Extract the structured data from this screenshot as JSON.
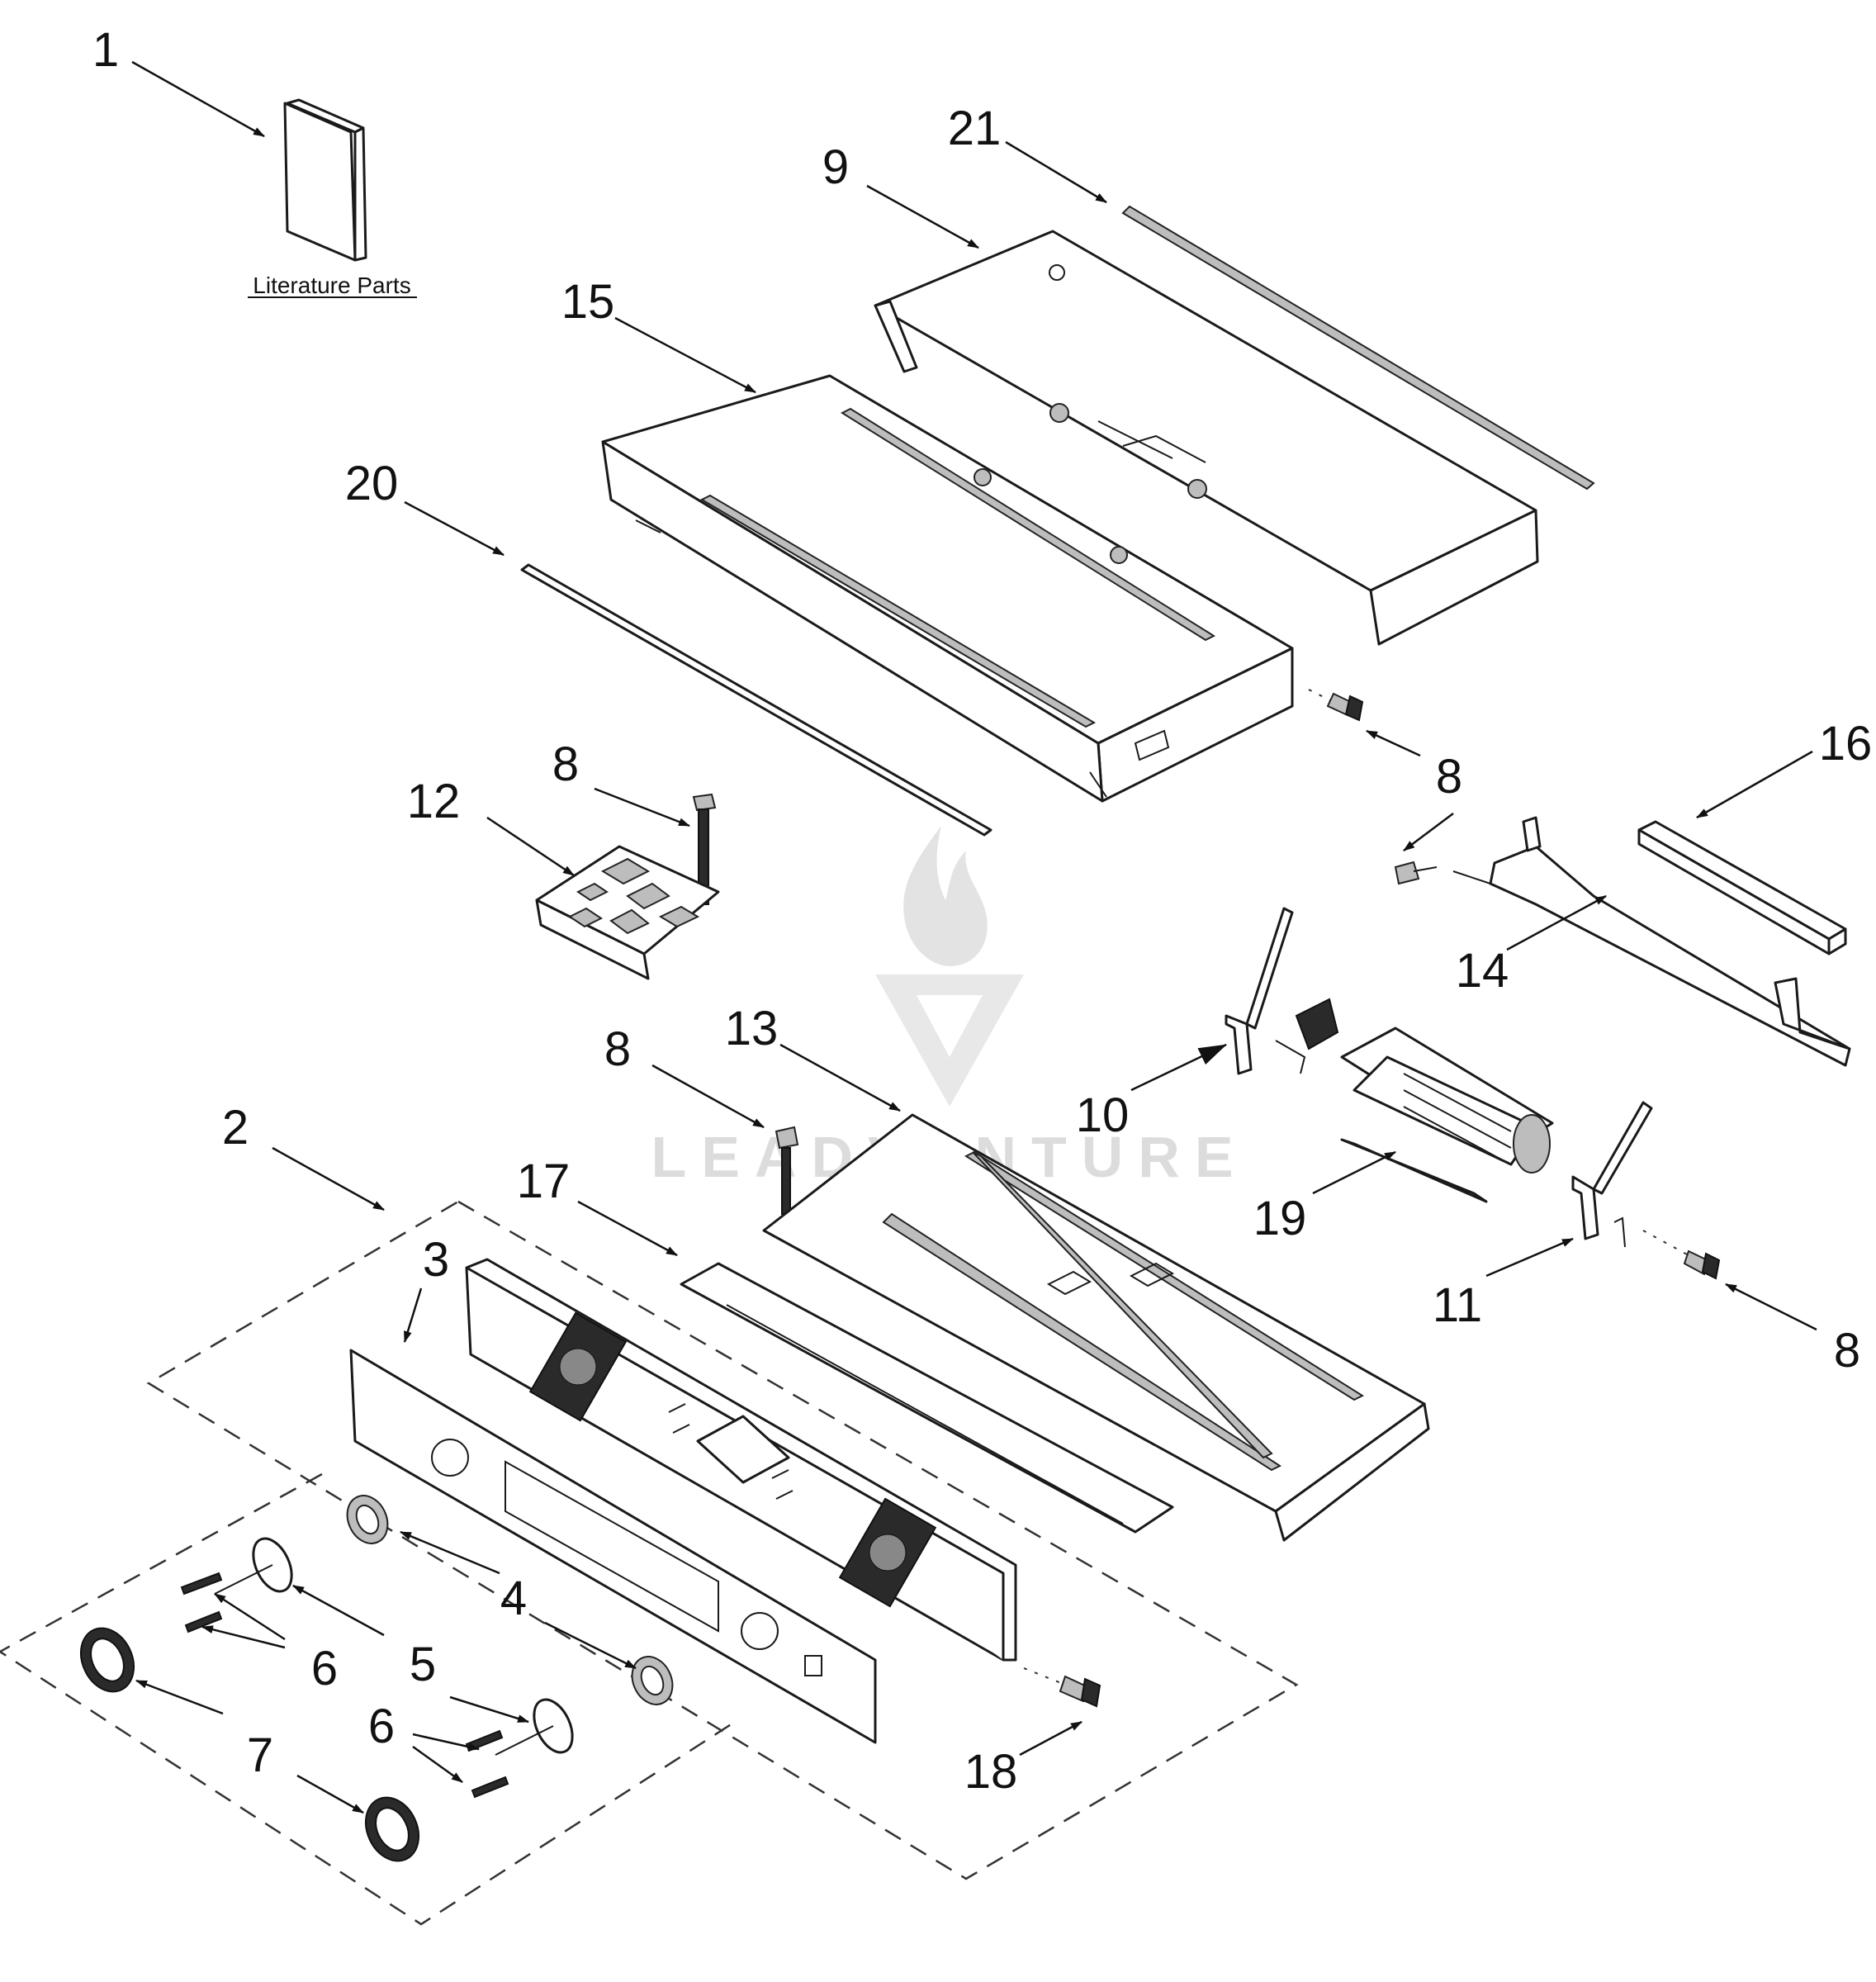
{
  "caption": "Literature Parts",
  "watermark": "LEADVENTURE",
  "callouts": {
    "c1": "1",
    "c2": "2",
    "c3": "3",
    "c4": "4",
    "c5": "5",
    "c6a": "6",
    "c6b": "6",
    "c7": "7",
    "c8a": "8",
    "c8b": "8",
    "c8c": "8",
    "c8d": "8",
    "c9": "9",
    "c10": "10",
    "c11": "11",
    "c12": "12",
    "c13": "13",
    "c14": "14",
    "c15": "15",
    "c16": "16",
    "c17": "17",
    "c18": "18",
    "c19": "19",
    "c20": "20",
    "c21": "21"
  }
}
